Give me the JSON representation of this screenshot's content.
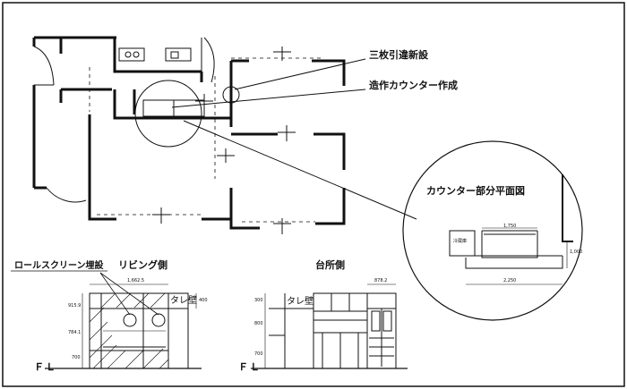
{
  "notes": {
    "sliding_door": "三枚引違新設",
    "counter_build": "造作カウンター作成"
  },
  "detail": {
    "title": "カウンター部分平面図",
    "fridge": "冷蔵庫",
    "dim_top": "1,750",
    "dim_bottom": "2,250",
    "dim_side": "1,000"
  },
  "living": {
    "title": "リビング側",
    "roll_screen": "ロールスクリーン埋設",
    "dim_top": "1,662.5",
    "wall": "タレ壁",
    "dim_v1": "915.9",
    "dim_v2": "784.1",
    "dim_v3": "700",
    "dim_right": "400"
  },
  "kitchen": {
    "title": "台所側",
    "wall": "タレ壁",
    "dim_top": "878.2",
    "dim_v1": "300",
    "dim_v2": "800",
    "dim_v3": "700"
  },
  "fl_left": "ＦＬ",
  "fl_right": "ＦＬ"
}
